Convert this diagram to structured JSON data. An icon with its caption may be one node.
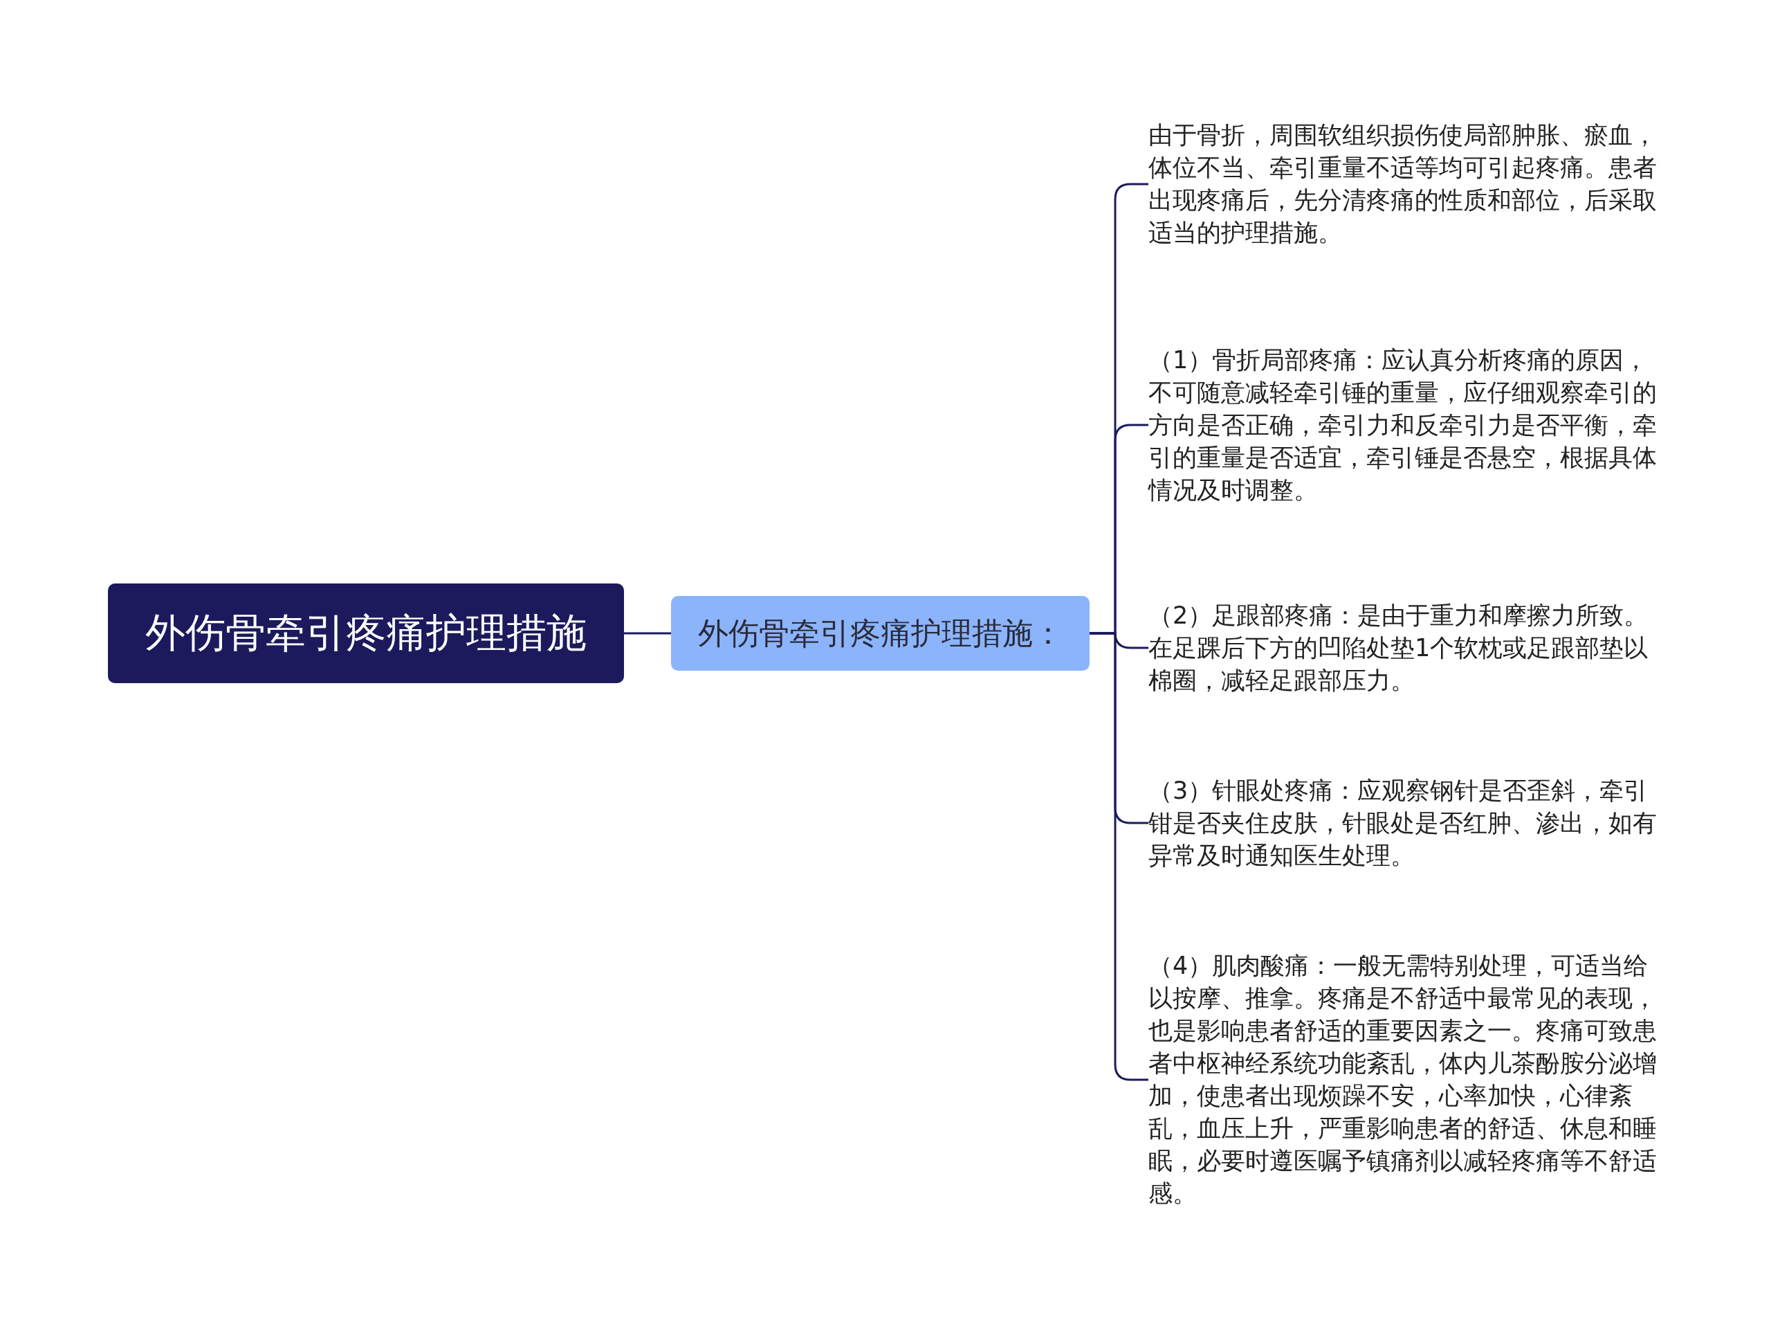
{
  "diagram": {
    "nodes": [
      {
        "text": [
          "外伤骨牵引疼痛护理措施"
        ]
      },
      {
        "text": [
          "外伤骨牵引疼痛护理措施："
        ]
      },
      {
        "text": [
          "由于骨折，周围软组织损伤使局部肿胀、瘀血，体位不当、牵引重量不适等均可引起疼痛。患者出现疼痛后，先分清疼痛的性质和部位，后采取适当的护理措施。"
        ]
      },
      {
        "text": [
          "（1）骨折局部疼痛：应认真分析疼痛的原因，不可随意减轻牵引锤的重量，应仔细观察牵引的方向是否正确，牵引力和反牵引力是否平衡，牵引的重量是否适宜，牵引锤是否悬空，根据具体情况及时调整。"
        ]
      },
      {
        "text": [
          "（2）足跟部疼痛：是由于重力和摩擦力所致。在足踝后下方的凹陷处垫1个软枕或足跟部垫以棉圈，减轻足跟部压力。"
        ]
      },
      {
        "text": [
          "（3）针眼处疼痛：应观察钢针是否歪斜，牵引钳是否夹住皮肤，针眼处是否红肿、渗出，如有异常及时通知医生处理。"
        ]
      },
      {
        "text": [
          "（4）肌肉酸痛：一般无需特别处理，可适当给以按摩、推拿。疼痛是不舒适中最常见的表现，也是影响患者舒适的重要因素之一。疼痛可致患者中枢神经系统功能紊乱，体内儿茶酚胺分泌增加，使患者出现烦躁不安，心率加快，心律紊乱，血压上升，严重影响患者的舒适、休息和睡眠，必要时遵医嘱予镇痛剂以减轻疼痛等不舒适感。"
        ]
      }
    ],
    "edges": [
      {
        "from": 0,
        "to": 1,
        "arrow": "none"
      },
      {
        "from": 1,
        "to": 2,
        "arrow": "none"
      },
      {
        "from": 1,
        "to": 3,
        "arrow": "none"
      },
      {
        "from": 1,
        "to": 4,
        "arrow": "none"
      },
      {
        "from": 1,
        "to": 5,
        "arrow": "none"
      },
      {
        "from": 1,
        "to": 6,
        "arrow": "none"
      }
    ]
  }
}
